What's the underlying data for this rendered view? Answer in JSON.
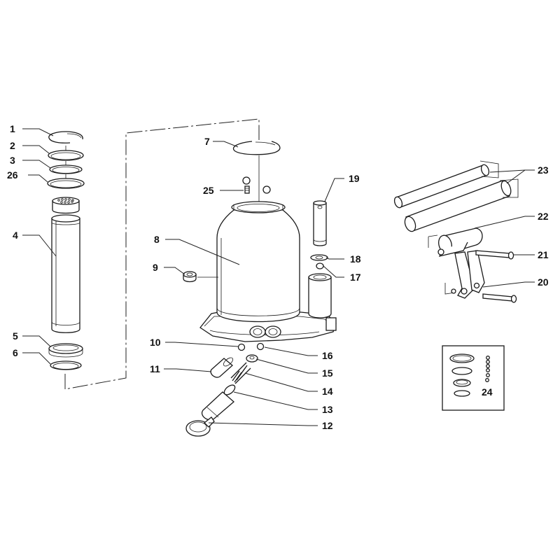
{
  "diagram": {
    "parts": [
      {
        "id": "p1",
        "label": "1"
      },
      {
        "id": "p2",
        "label": "2"
      },
      {
        "id": "p3",
        "label": "3"
      },
      {
        "id": "p26",
        "label": "26"
      },
      {
        "id": "p4",
        "label": "4"
      },
      {
        "id": "p5",
        "label": "5"
      },
      {
        "id": "p6",
        "label": "6"
      },
      {
        "id": "p7",
        "label": "7"
      },
      {
        "id": "p25",
        "label": "25"
      },
      {
        "id": "p8",
        "label": "8"
      },
      {
        "id": "p9",
        "label": "9"
      },
      {
        "id": "p19",
        "label": "19"
      },
      {
        "id": "p18",
        "label": "18"
      },
      {
        "id": "p17",
        "label": "17"
      },
      {
        "id": "p10",
        "label": "10"
      },
      {
        "id": "p16",
        "label": "16"
      },
      {
        "id": "p11",
        "label": "11"
      },
      {
        "id": "p15",
        "label": "15"
      },
      {
        "id": "p14",
        "label": "14"
      },
      {
        "id": "p13",
        "label": "13"
      },
      {
        "id": "p12",
        "label": "12"
      },
      {
        "id": "p23",
        "label": "23"
      },
      {
        "id": "p22",
        "label": "22"
      },
      {
        "id": "p21",
        "label": "21"
      },
      {
        "id": "p20",
        "label": "20"
      },
      {
        "id": "p24",
        "label": "24"
      }
    ]
  }
}
